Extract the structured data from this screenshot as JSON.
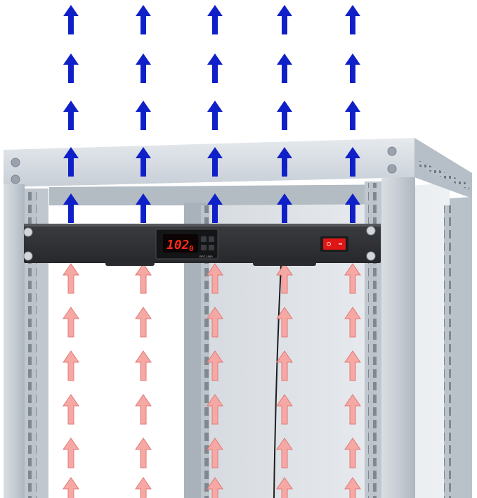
{
  "controller": {
    "display_value": "102",
    "display_decimal": "0",
    "model_label": "RFC-1000"
  },
  "colors": {
    "exhaust_arrow": "#1020c8",
    "intake_arrow": "#f6a8a4",
    "intake_arrow_stroke": "#e07a76",
    "rack_frame": "#c4ccd4",
    "rack_frame_dark": "#a7b0ba",
    "side_panel": "#dfe4e9",
    "panel_body": "#2f3134",
    "display_red": "#ff2a1a",
    "switch_red": "#e01616"
  },
  "icons": {
    "exhaust": "arrow-up-icon",
    "intake": "arrow-up-outline-icon",
    "switch": "power-switch-icon"
  }
}
